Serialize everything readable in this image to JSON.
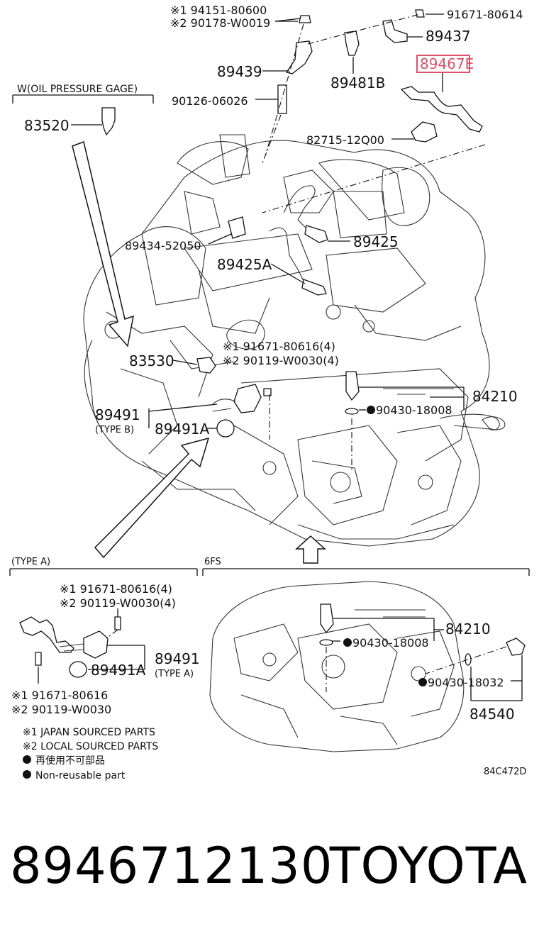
{
  "labels": {
    "p94151": "※1 94151-80600",
    "p90178": "※2 90178-W0019",
    "p91671_80614": "91671-80614",
    "p89437": "89437",
    "p89439": "89439",
    "p89481B": "89481B",
    "p89467E": "89467E",
    "woil": "W(OIL PRESSURE GAGE)",
    "p90126": "90126-06026",
    "p83520": "83520",
    "p82715": "82715-12Q00",
    "p89434": "89434-52050",
    "p89425": "89425",
    "p89425A": "89425A",
    "p91671_4": "※1 91671-80616(4)",
    "p90119_4": "※2 90119-W0030(4)",
    "p83530": "83530",
    "p84210": "84210",
    "p90430_18008": "90430-18008",
    "p89491": "89491",
    "typeB": "(TYPE B)",
    "p89491A": "89491A",
    "typeA_title": "(TYPE A)",
    "sixfs": "6FS",
    "a_91671_4": "※1 91671-80616(4)",
    "a_90119_4": "※2 90119-W0030(4)",
    "a_89491": "89491",
    "a_89491A": "89491A",
    "a_typeA": "(TYPE A)",
    "a_91671": "※1 91671-80616",
    "a_90119": "※2 90119-W0030",
    "b_84210": "84210",
    "b_90430_18008": "90430-18008",
    "b_90430_18032": "90430-18032",
    "b_84540": "84540",
    "legend1": "※1  JAPAN SOURCED PARTS",
    "legend2": "※2  LOCAL SOURCED PARTS",
    "legend3": "再使用不可部品",
    "legend4": "Non-reusable part",
    "diagram_code": "84C472D"
  },
  "footer": {
    "part_number": "8946712130",
    "brand": "TOYOTA"
  },
  "colors": {
    "highlight": "#d9536b",
    "ink": "#111111"
  }
}
